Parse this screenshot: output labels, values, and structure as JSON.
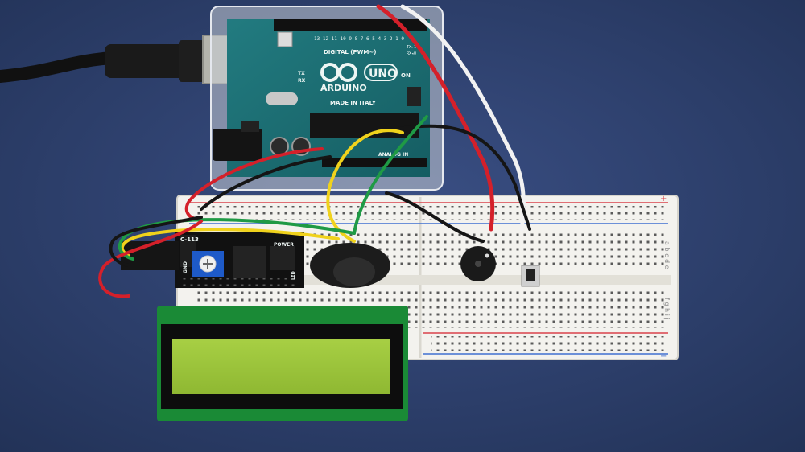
{
  "board": {
    "brand": "ARDUINO",
    "model": "UNO",
    "digital_label": "DIGITAL (PWM~)",
    "on_label": "ON",
    "made_in": "MADE IN ITALY",
    "analog_label": "ANALOG IN",
    "tx_label": "TX",
    "rx_label": "RX",
    "pin_numbers": "13 12 11 10 9 8 7 6 5 4 3 2 1 0",
    "tx_arrow": "TX▸1",
    "rx_arrow": "RX◂0"
  },
  "i2c_module": {
    "part_label": "C-113",
    "power_label": "POWER",
    "led_label": "LED",
    "gnd_label": "GND"
  },
  "breadboard": {
    "row_letters_top": "a b c d e",
    "row_letters_bottom": "f g h i j",
    "plus": "+",
    "minus": "−"
  },
  "colors": {
    "background": "#2d3f6e",
    "pcb": "#1d6e72",
    "lcd_screen": "#9cc63a",
    "wire_red": "#d4202a",
    "wire_yellow": "#f0d21c",
    "wire_green": "#1f9a45",
    "wire_white": "#f2f2f2",
    "wire_black": "#151515"
  },
  "icons": {
    "logo": "arduino-infinity-logo",
    "buzzer": "piezo-buzzer",
    "button": "tactile-push-button",
    "potentiometer": "trimmer-potentiometer"
  }
}
